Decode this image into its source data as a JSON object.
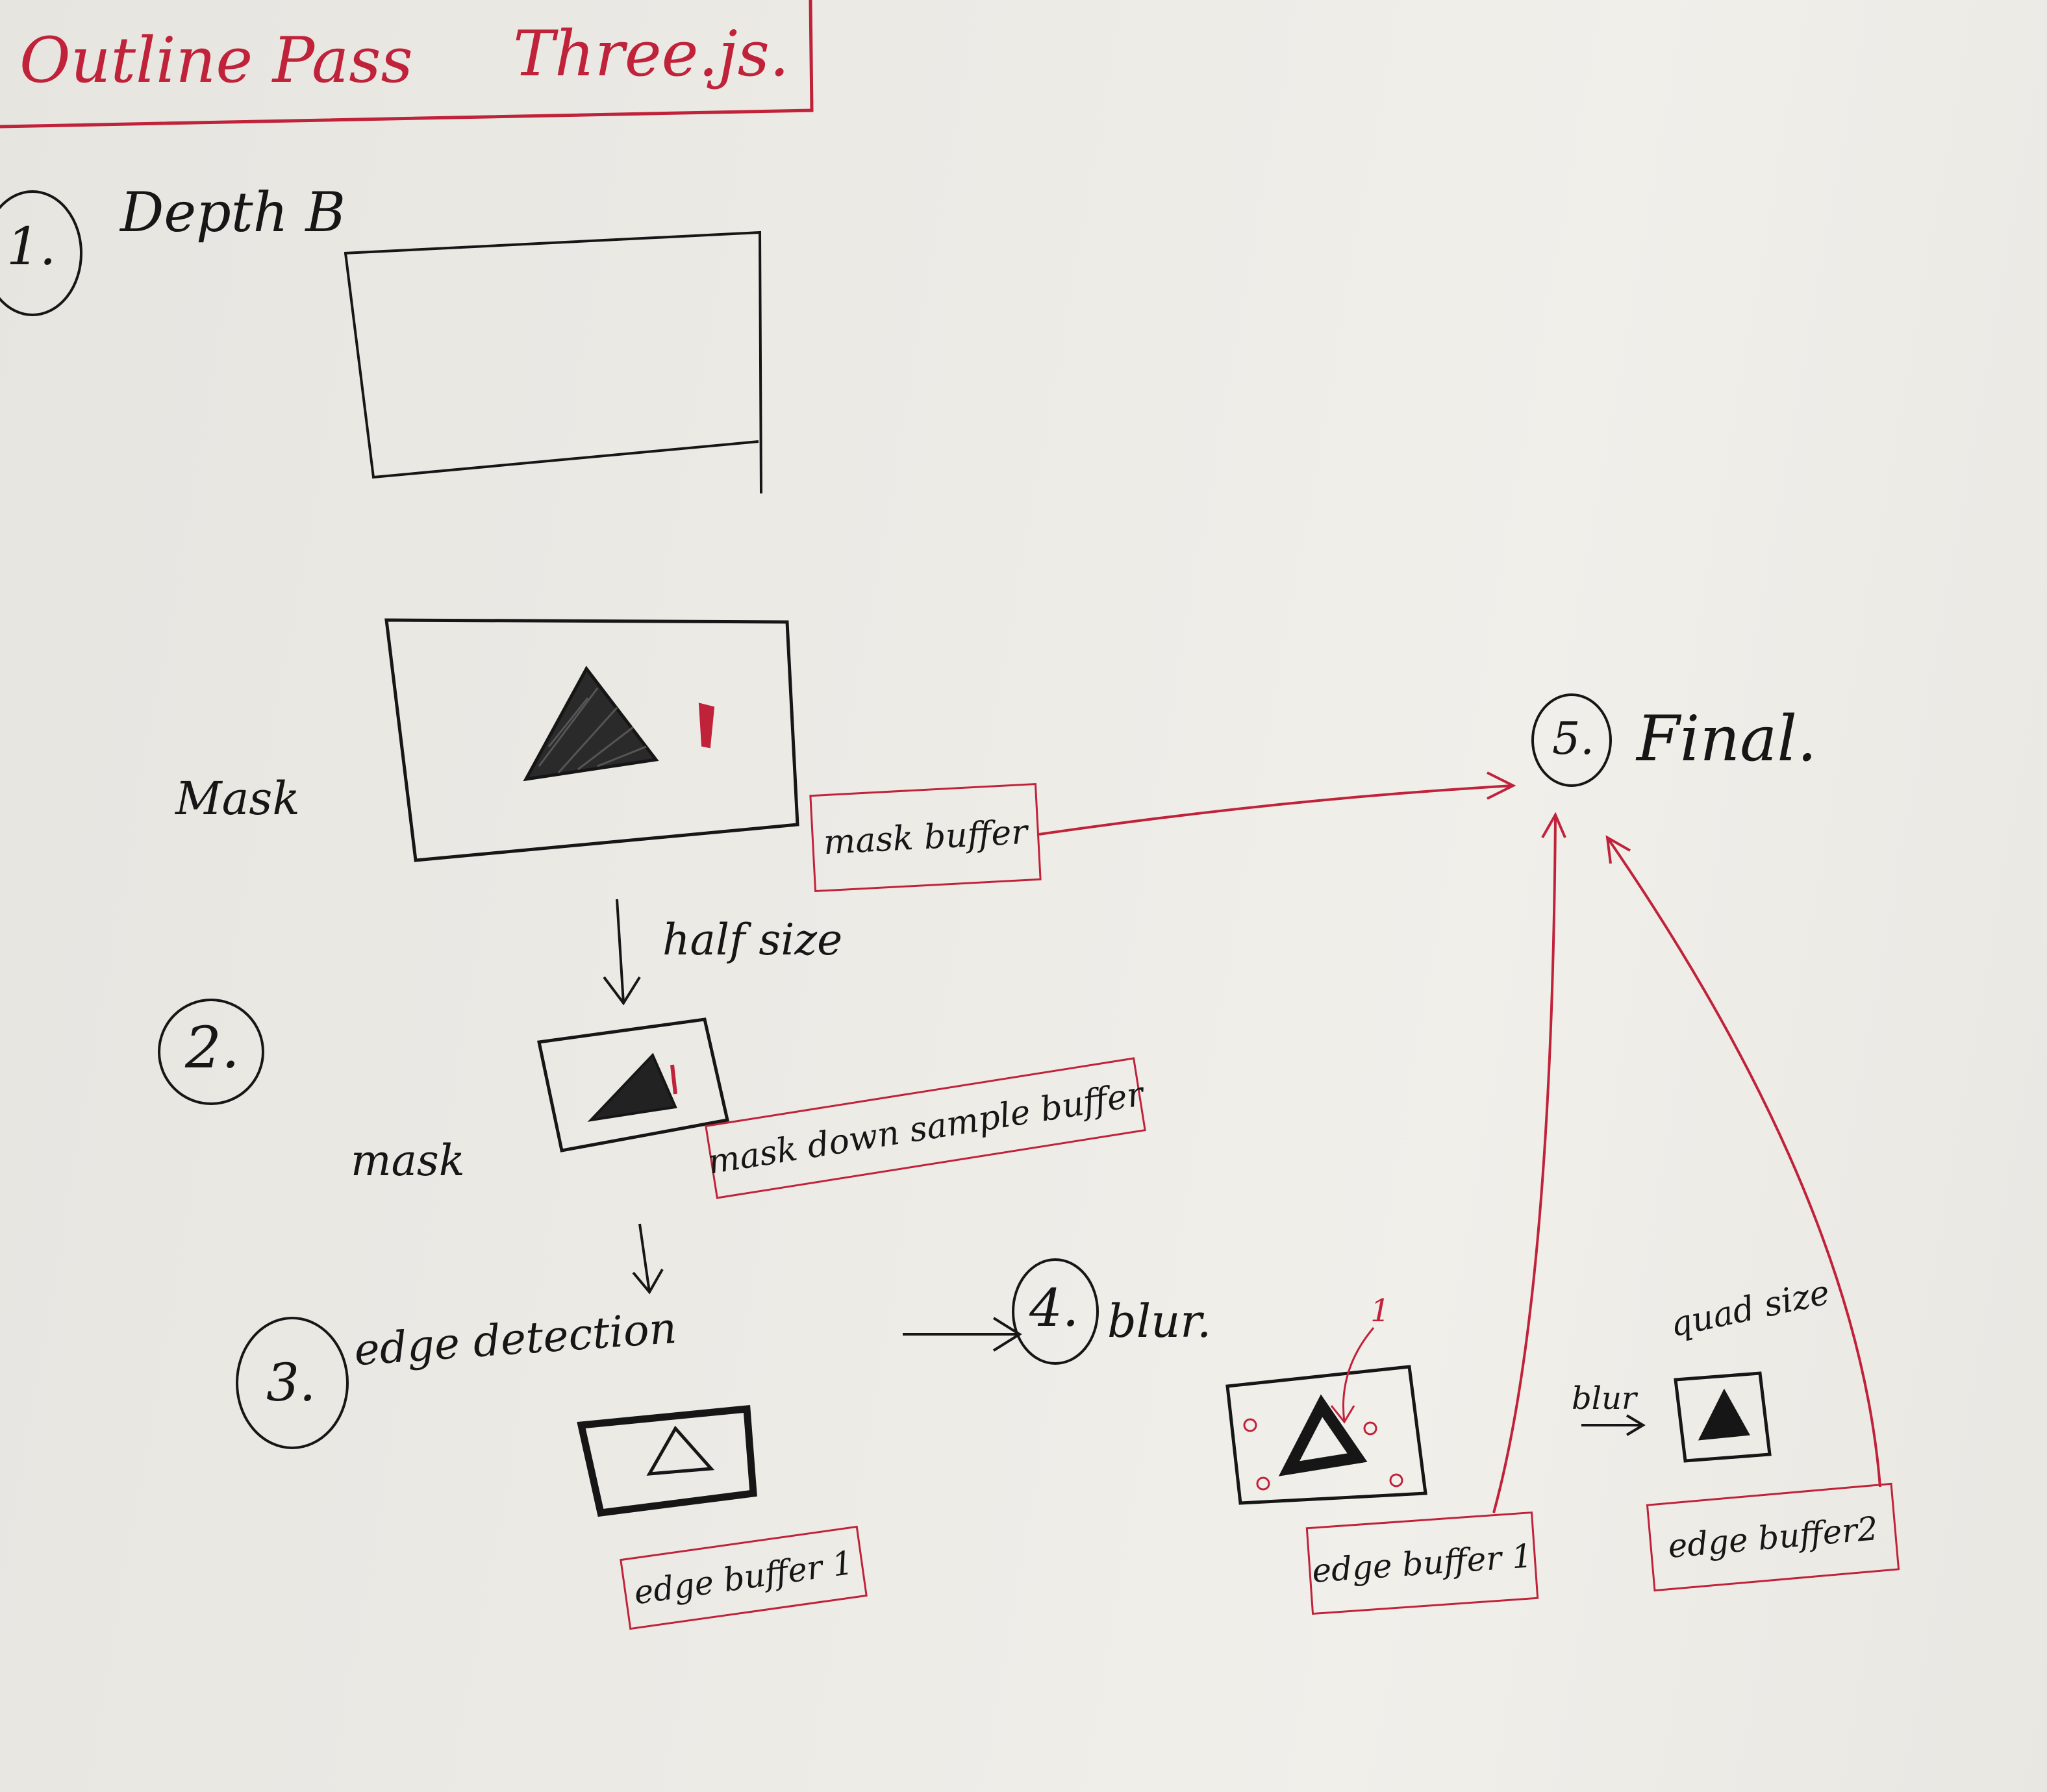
{
  "title": {
    "left": "Outline Pass",
    "right": "Three.js."
  },
  "colors": {
    "red_ink": "#c0223a",
    "black_ink": "#161616",
    "paper": "#eceae5"
  },
  "steps": [
    {
      "number": "1.",
      "label": "Depth B"
    },
    {
      "number": "2.",
      "label": "mask"
    },
    {
      "number": "3.",
      "label": "edge detection"
    },
    {
      "number": "4.",
      "label": "blur."
    },
    {
      "number": "5.",
      "label": "Final."
    }
  ],
  "side_labels": {
    "mask_upper": "Mask"
  },
  "arrows": {
    "half_size": "half size",
    "blur_small": "blur",
    "quad_size": "quad size"
  },
  "markers": {
    "mask_mark": "1",
    "edge_mark": "1"
  },
  "buffers": {
    "mask_buffer": "mask buffer",
    "mask_down_sample_buffer": "mask down sample buffer",
    "edge_buffer_1": "edge buffer 1",
    "edge_buffer_1_blurred": "edge buffer 1",
    "edge_buffer_2": "edge buffer2"
  }
}
